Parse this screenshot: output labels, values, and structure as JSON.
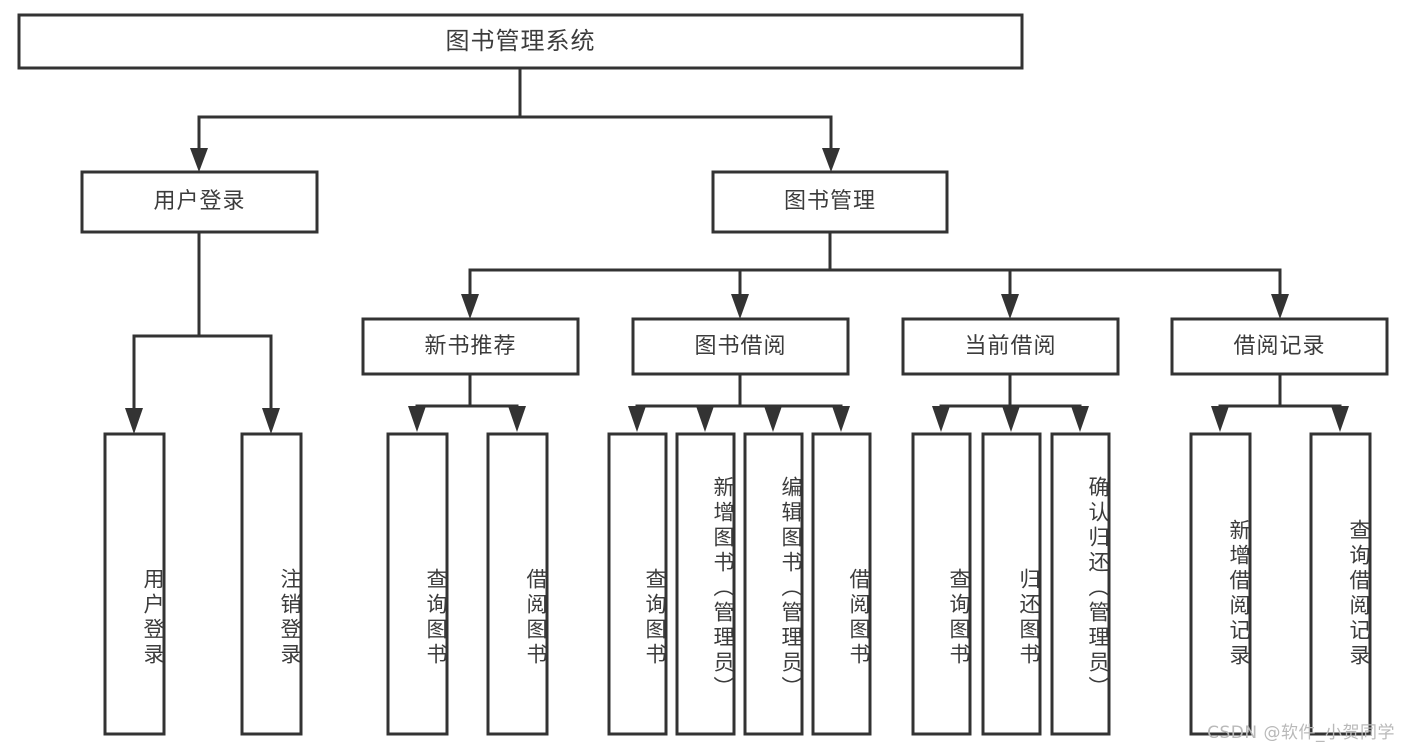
{
  "diagram": {
    "type": "tree-hierarchy",
    "title": "图书管理系统",
    "watermark": "CSDN @软件_小贺同学",
    "colors": {
      "stroke": "#333333",
      "box_fill": "#ffffff",
      "text": "#3c3c3c",
      "background": "#ffffff",
      "watermark": "#b9b9b9"
    },
    "nodes": {
      "root": {
        "label": "图书管理系统",
        "level": 1,
        "orientation": "horizontal"
      },
      "level2": [
        {
          "id": "user-login",
          "label": "用户登录",
          "orientation": "horizontal"
        },
        {
          "id": "book-management",
          "label": "图书管理",
          "orientation": "horizontal"
        }
      ],
      "level3": [
        {
          "id": "new-book-recommend",
          "label": "新书推荐",
          "orientation": "horizontal"
        },
        {
          "id": "book-borrow",
          "label": "图书借阅",
          "orientation": "horizontal"
        },
        {
          "id": "current-borrow",
          "label": "当前借阅",
          "orientation": "horizontal"
        },
        {
          "id": "borrow-record",
          "label": "借阅记录",
          "orientation": "horizontal"
        }
      ],
      "leaves": [
        {
          "id": "leaf-user-login",
          "label": "用户登录",
          "parent": "user-login",
          "orientation": "vertical"
        },
        {
          "id": "leaf-logout-login",
          "label": "注销登录",
          "parent": "user-login",
          "orientation": "vertical"
        },
        {
          "id": "leaf-query-book-1",
          "label": "查询图书",
          "parent": "new-book-recommend",
          "orientation": "vertical"
        },
        {
          "id": "leaf-borrow-book-1",
          "label": "借阅图书",
          "parent": "new-book-recommend",
          "orientation": "vertical"
        },
        {
          "id": "leaf-query-book-2",
          "label": "查询图书",
          "parent": "book-borrow",
          "orientation": "vertical"
        },
        {
          "id": "leaf-add-book",
          "label": "新增图书（管理员）",
          "parent": "book-borrow",
          "orientation": "vertical"
        },
        {
          "id": "leaf-edit-book",
          "label": "编辑图书（管理员）",
          "parent": "book-borrow",
          "orientation": "vertical"
        },
        {
          "id": "leaf-borrow-book-2",
          "label": "借阅图书",
          "parent": "book-borrow",
          "orientation": "vertical"
        },
        {
          "id": "leaf-query-book-3",
          "label": "查询图书",
          "parent": "current-borrow",
          "orientation": "vertical"
        },
        {
          "id": "leaf-return-book",
          "label": "归还图书",
          "parent": "current-borrow",
          "orientation": "vertical"
        },
        {
          "id": "leaf-confirm-return",
          "label": "确认归还（管理员）",
          "parent": "current-borrow",
          "orientation": "vertical"
        },
        {
          "id": "leaf-add-record",
          "label": "新增借阅记录",
          "parent": "borrow-record",
          "orientation": "vertical"
        },
        {
          "id": "leaf-query-record",
          "label": "查询借阅记录",
          "parent": "borrow-record",
          "orientation": "vertical"
        }
      ]
    }
  }
}
